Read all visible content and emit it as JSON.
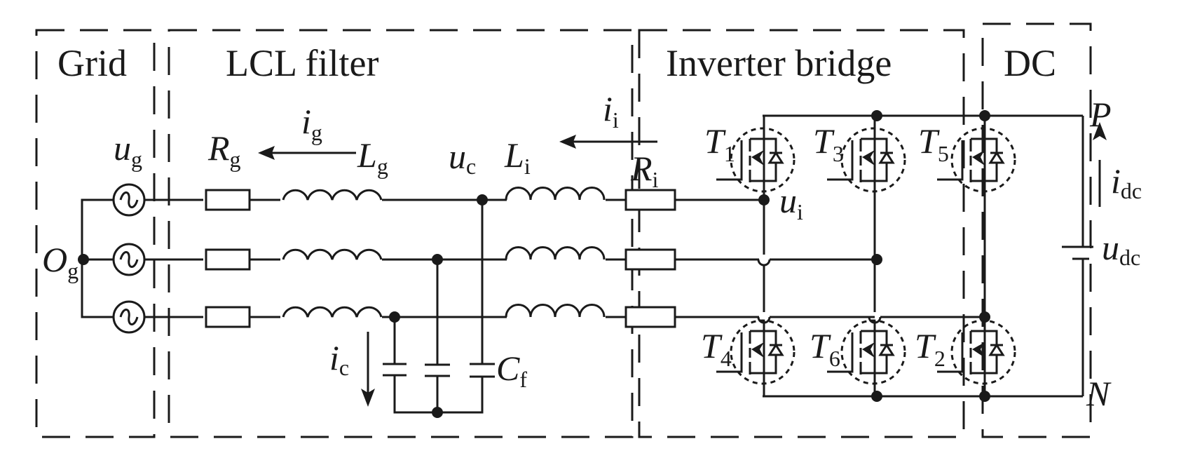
{
  "sections": {
    "grid": "Grid",
    "lcl_filter": "LCL filter",
    "inverter_bridge": "Inverter bridge",
    "dc": "DC"
  },
  "labels": {
    "u_g": {
      "main": "u",
      "sub": "g"
    },
    "O_g": {
      "main": "O",
      "sub": "g"
    },
    "R_g": {
      "main": "R",
      "sub": "g"
    },
    "i_g": {
      "main": "i",
      "sub": "g"
    },
    "L_g": {
      "main": "L",
      "sub": "g"
    },
    "u_c": {
      "main": "u",
      "sub": "c"
    },
    "L_i": {
      "main": "L",
      "sub": "i"
    },
    "i_i": {
      "main": "i",
      "sub": "i"
    },
    "R_i": {
      "main": "R",
      "sub": "i"
    },
    "i_c": {
      "main": "i",
      "sub": "c"
    },
    "C_f": {
      "main": "C",
      "sub": "f"
    },
    "u_i": {
      "main": "u",
      "sub": "i"
    },
    "P": "P",
    "N": "N",
    "i_dc": {
      "main": "i",
      "sub": "dc"
    },
    "u_dc": {
      "main": "u",
      "sub": "dc"
    }
  },
  "switches": {
    "upper": [
      {
        "main": "T",
        "sub": "1"
      },
      {
        "main": "T",
        "sub": "3"
      },
      {
        "main": "T",
        "sub": "5"
      }
    ],
    "lower": [
      {
        "main": "T",
        "sub": "4"
      },
      {
        "main": "T",
        "sub": "6"
      },
      {
        "main": "T",
        "sub": "2"
      }
    ]
  }
}
